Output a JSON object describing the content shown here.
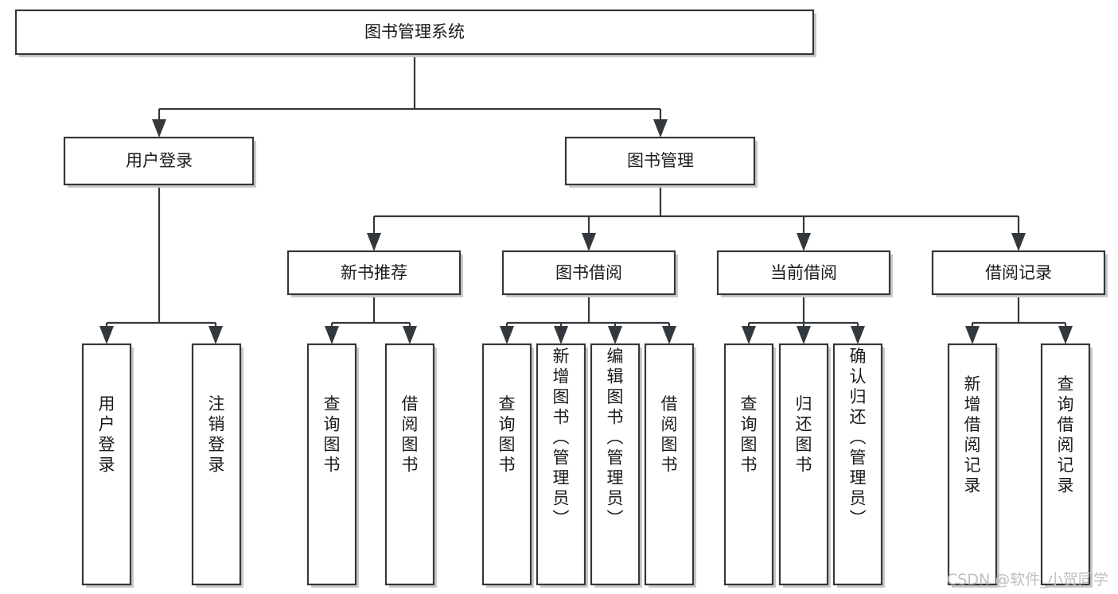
{
  "diagram": {
    "title": "图书管理系统",
    "type": "tree",
    "root": {
      "id": "root",
      "label": "图书管理系统",
      "orientation": "horizontal"
    },
    "level2": [
      {
        "id": "user-login",
        "label": "用户登录",
        "orientation": "horizontal"
      },
      {
        "id": "book-management",
        "label": "图书管理",
        "orientation": "horizontal"
      }
    ],
    "level3": [
      {
        "id": "new-book-recommend",
        "label": "新书推荐",
        "parent": "book-management",
        "orientation": "horizontal"
      },
      {
        "id": "book-borrow",
        "label": "图书借阅",
        "parent": "book-management",
        "orientation": "horizontal"
      },
      {
        "id": "current-borrow",
        "label": "当前借阅",
        "parent": "book-management",
        "orientation": "horizontal"
      },
      {
        "id": "borrow-record",
        "label": "借阅记录",
        "parent": "book-management",
        "orientation": "horizontal"
      }
    ],
    "leaves": [
      {
        "id": "leaf-user-login",
        "label": "用户登录",
        "parent": "user-login",
        "orientation": "vertical"
      },
      {
        "id": "leaf-logout",
        "label": "注销登录",
        "parent": "user-login",
        "orientation": "vertical"
      },
      {
        "id": "leaf-query-book-1",
        "label": "查询图书",
        "parent": "new-book-recommend",
        "orientation": "vertical"
      },
      {
        "id": "leaf-borrow-book-1",
        "label": "借阅图书",
        "parent": "new-book-recommend",
        "orientation": "vertical"
      },
      {
        "id": "leaf-query-book-2",
        "label": "查询图书",
        "parent": "book-borrow",
        "orientation": "vertical"
      },
      {
        "id": "leaf-add-book",
        "label": "新增图书（管理员）",
        "parent": "book-borrow",
        "orientation": "vertical"
      },
      {
        "id": "leaf-edit-book",
        "label": "编辑图书（管理员）",
        "parent": "book-borrow",
        "orientation": "vertical"
      },
      {
        "id": "leaf-borrow-book-2",
        "label": "借阅图书",
        "parent": "book-borrow",
        "orientation": "vertical"
      },
      {
        "id": "leaf-query-book-3",
        "label": "查询图书",
        "parent": "current-borrow",
        "orientation": "vertical"
      },
      {
        "id": "leaf-return-book",
        "label": "归还图书",
        "parent": "current-borrow",
        "orientation": "vertical"
      },
      {
        "id": "leaf-confirm-return",
        "label": "确认归还（管理员）",
        "parent": "current-borrow",
        "orientation": "vertical"
      },
      {
        "id": "leaf-add-record",
        "label": "新增借阅记录",
        "parent": "borrow-record",
        "orientation": "vertical"
      },
      {
        "id": "leaf-query-record",
        "label": "查询借阅记录",
        "parent": "borrow-record",
        "orientation": "vertical"
      }
    ],
    "watermark": "CSDN @软件_小贺同学",
    "colors": {
      "stroke": "#33383d",
      "fill": "#ffffff",
      "text": "#1b1b1b",
      "shadow": "#c9c9c9",
      "watermark": "#bfbfbf"
    }
  }
}
